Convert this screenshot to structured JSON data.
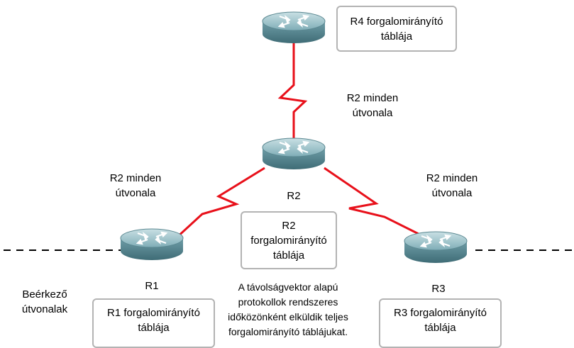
{
  "routers": {
    "r1": {
      "label": "R1"
    },
    "r2": {
      "label": "R2"
    },
    "r3": {
      "label": "R3"
    },
    "r4": {
      "label": ""
    }
  },
  "tables": {
    "r1": "R1 forgalomirányító\ntáblája",
    "r2": "R2\nforgalomirányító\ntáblája",
    "r3": "R3 forgalomirányító\ntáblája",
    "r4": "R4 forgalomirányító\ntáblája"
  },
  "route_labels": {
    "to_r4": "R2 minden\nútvonala",
    "to_r1": "R2 minden\nútvonala",
    "to_r3": "R2 minden\nútvonala"
  },
  "incoming_label": "Beérkező\nútvonalak",
  "description": "A távolságvektor alapú\nprotokollok rendszeres\nidőközönként elküldik teljes\nforgalomirányító táblájukat.",
  "colors": {
    "link": "#e8101a",
    "router_top": "#9fc5cc",
    "router_body": "#6b9ba6",
    "box_border": "#b3b3b3"
  }
}
